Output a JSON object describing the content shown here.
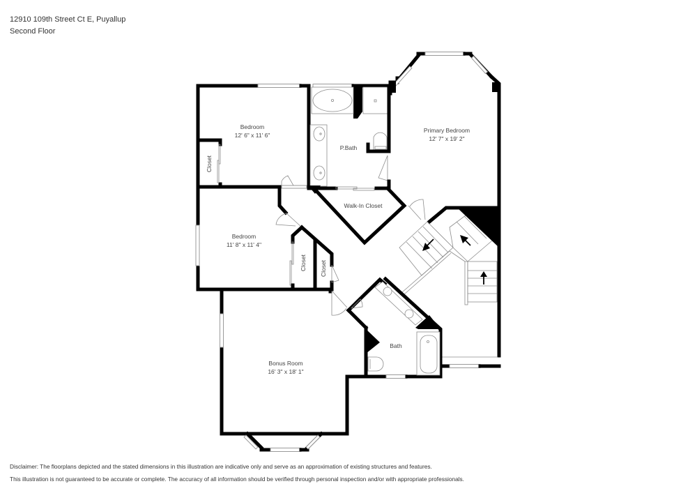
{
  "header": {
    "address": "12910 109th Street Ct E, Puyallup",
    "floor": "Second Floor"
  },
  "rooms": {
    "bedroom1": {
      "name": "Bedroom",
      "dims": "12' 6\" x 11' 6\""
    },
    "bedroom2": {
      "name": "Bedroom",
      "dims": "11' 8\" x 11' 4\""
    },
    "primary_bedroom": {
      "name": "Primary Bedroom",
      "dims": "12' 7\" x 19' 2\""
    },
    "pbath": {
      "name": "P.Bath"
    },
    "walkin_closet": {
      "name": "Walk-In Closet"
    },
    "closet1": {
      "name": "Closet"
    },
    "closet2": {
      "name": "Closet"
    },
    "closet3": {
      "name": "Closet"
    },
    "bath": {
      "name": "Bath"
    },
    "bonus_room": {
      "name": "Bonus Room",
      "dims": "16' 3\" x 18' 1\""
    }
  },
  "disclaimer": {
    "line1": "Disclaimer: The floorplans depicted and the stated dimensions in this illustration are indicative only and serve as an approximation of existing structures and features.",
    "line2": "This illustration is not guaranteed to be accurate or complete. The accuracy of all information should be verified through personal inspection and/or with appropriate professionals."
  },
  "colors": {
    "wall": "#000000",
    "fixture_line": "#8c8c8c",
    "text": "#333333",
    "background": "#ffffff"
  }
}
